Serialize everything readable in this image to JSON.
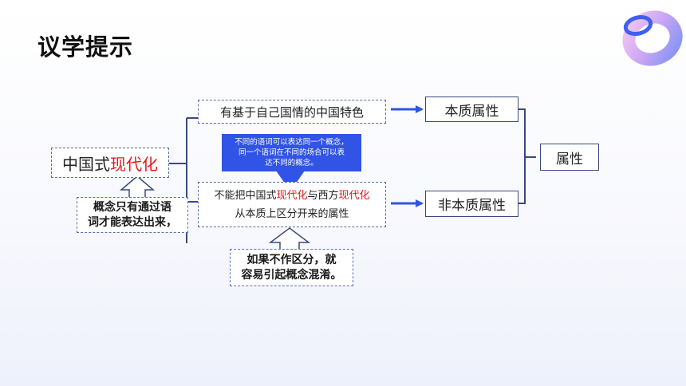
{
  "title": "议学提示",
  "left_concept": {
    "prefix": "中国式",
    "highlight": "现代化"
  },
  "top_branch": "有基于自己国情的中国特色",
  "bottom_branch": {
    "line1_a": "不能把中国式",
    "line1_b": "现代化",
    "line1_c": "与西方",
    "line1_d": "现代化",
    "line2": "从本质上区分开来的属性"
  },
  "blue_note": {
    "line1": "不同的语词可以表达同一个概念，",
    "line2": "同一个语词在不同的场合可以表",
    "line3": "达不同的概念。"
  },
  "callout_left": {
    "line1": "概念只有通过语",
    "line2": "词才能表达出来，"
  },
  "callout_bottom": {
    "line1": "如果不作区分，就",
    "line2": "容易引起概念混淆。"
  },
  "essential": "本质属性",
  "non_essential": "非本质属性",
  "attribute": "属性",
  "colors": {
    "arrow": "#2f56e8",
    "line": "#3a4a7e",
    "highlight": "#e01a1a",
    "note_bg": "#3153e6"
  }
}
